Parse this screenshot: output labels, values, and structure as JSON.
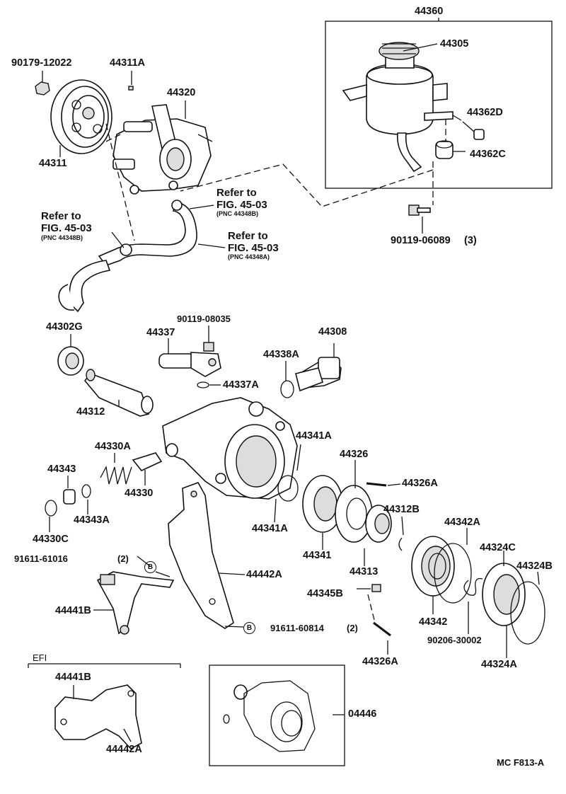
{
  "labels": {
    "p44360": "44360",
    "p44305": "44305",
    "p44362D": "44362D",
    "p44362C": "44362C",
    "p90119_06089": "90119-06089",
    "p90119_06089_qty": "(3)",
    "p90179_12022": "90179-12022",
    "p44311A": "44311A",
    "p44320": "44320",
    "p44311": "44311",
    "p44302G": "44302G",
    "p44312": "44312",
    "p44337": "44337",
    "p90119_08035": "90119-08035",
    "p44337A": "44337A",
    "p44338A": "44338A",
    "p44308": "44308",
    "p44330A": "44330A",
    "p44330": "44330",
    "p44343": "44343",
    "p44343A": "44343A",
    "p44330C": "44330C",
    "p44341A_top": "44341A",
    "p44341A_bot": "44341A",
    "p44326": "44326",
    "p44326A_top": "44326A",
    "p44326A_bot": "44326A",
    "p44312B": "44312B",
    "p44342A": "44342A",
    "p44324C": "44324C",
    "p44324B": "44324B",
    "p44341": "44341",
    "p44313": "44313",
    "p44345B": "44345B",
    "p44342": "44342",
    "p90206_30002": "90206-30002",
    "p44324A": "44324A",
    "p91611_61016": "91611-61016",
    "p91611_61016_qty": "(2)",
    "p44442A": "44442A",
    "p44441B": "44441B",
    "p91611_60814": "91611-60814",
    "p91611_60814_qty": "(2)",
    "efi": "EFI",
    "p44441B_efi": "44441B",
    "p44442A_efi": "44442A",
    "p04446": "04446",
    "fig_code": "MC F813-A"
  },
  "references": {
    "ref1": {
      "line1": "Refer to",
      "line2": "FIG. 45-03",
      "pnc": "(PNC 44348B)"
    },
    "ref2": {
      "line1": "Refer to",
      "line2": "FIG. 45-03",
      "pnc": "(PNC 44348B)"
    },
    "ref3": {
      "line1": "Refer to",
      "line2": "FIG. 45-03",
      "pnc": "(PNC 44348A)"
    }
  },
  "callout_markers": {
    "b1": "B",
    "b2": "B"
  }
}
